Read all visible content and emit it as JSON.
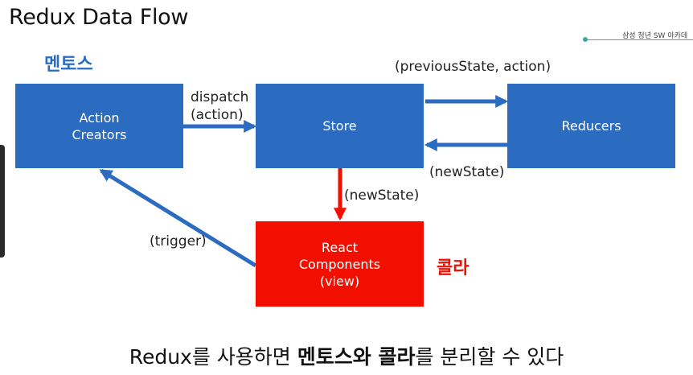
{
  "slide": {
    "title": "Redux Data Flow",
    "brand": "삼성 청년 SW 아카데"
  },
  "boxes": {
    "action_creators": "Action\nCreators",
    "store": "Store",
    "reducers": "Reducers",
    "react_components": "React\nComponents\n(view)"
  },
  "labels": {
    "dispatch": "dispatch\n(action)",
    "previous_state_action": "(previousState, action)",
    "new_state_from_reducers": "(newState)",
    "new_state_to_view": "(newState)",
    "trigger": "(trigger)"
  },
  "tags": {
    "mentos": "멘토스",
    "cola": "콜라"
  },
  "caption": {
    "prefix": "Redux를 사용하면 ",
    "mentos_cola": "멘토스와 콜라",
    "suffix": "를 분리할 수 있다"
  },
  "colors": {
    "blue": "#2b6cc0",
    "red": "#f20f00"
  }
}
